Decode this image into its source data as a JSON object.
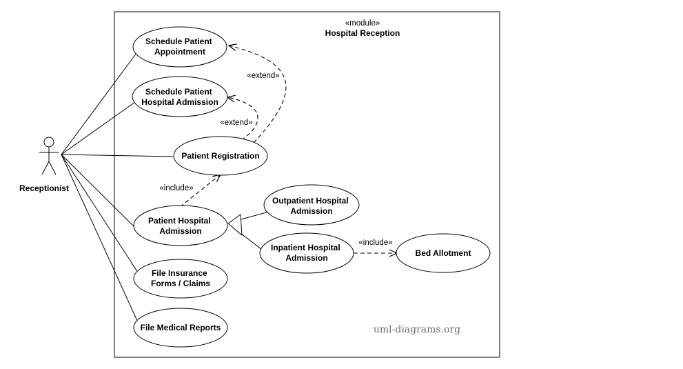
{
  "system": {
    "stereotype": "«module»",
    "name": "Hospital Reception"
  },
  "actor": {
    "name": "Receptionist"
  },
  "use_cases": {
    "schedule_appointment": [
      "Schedule Patient",
      "Appointment"
    ],
    "schedule_admission": [
      "Schedule Patient",
      "Hospital Admission"
    ],
    "registration": [
      "Patient Registration"
    ],
    "patient_admission": [
      "Patient Hospital",
      "Admission"
    ],
    "outpatient_admission": [
      "Outpatient Hospital",
      "Admission"
    ],
    "inpatient_admission": [
      "Inpatient Hospital",
      "Admission"
    ],
    "bed_allotment": [
      "Bed Allotment"
    ],
    "file_insurance": [
      "File Insurance",
      "Forms / Claims"
    ],
    "file_reports": [
      "File Medical Reports"
    ]
  },
  "relationships": {
    "extend_label": "«extend»",
    "include_label": "«include»"
  },
  "watermark": "uml-diagrams.org"
}
